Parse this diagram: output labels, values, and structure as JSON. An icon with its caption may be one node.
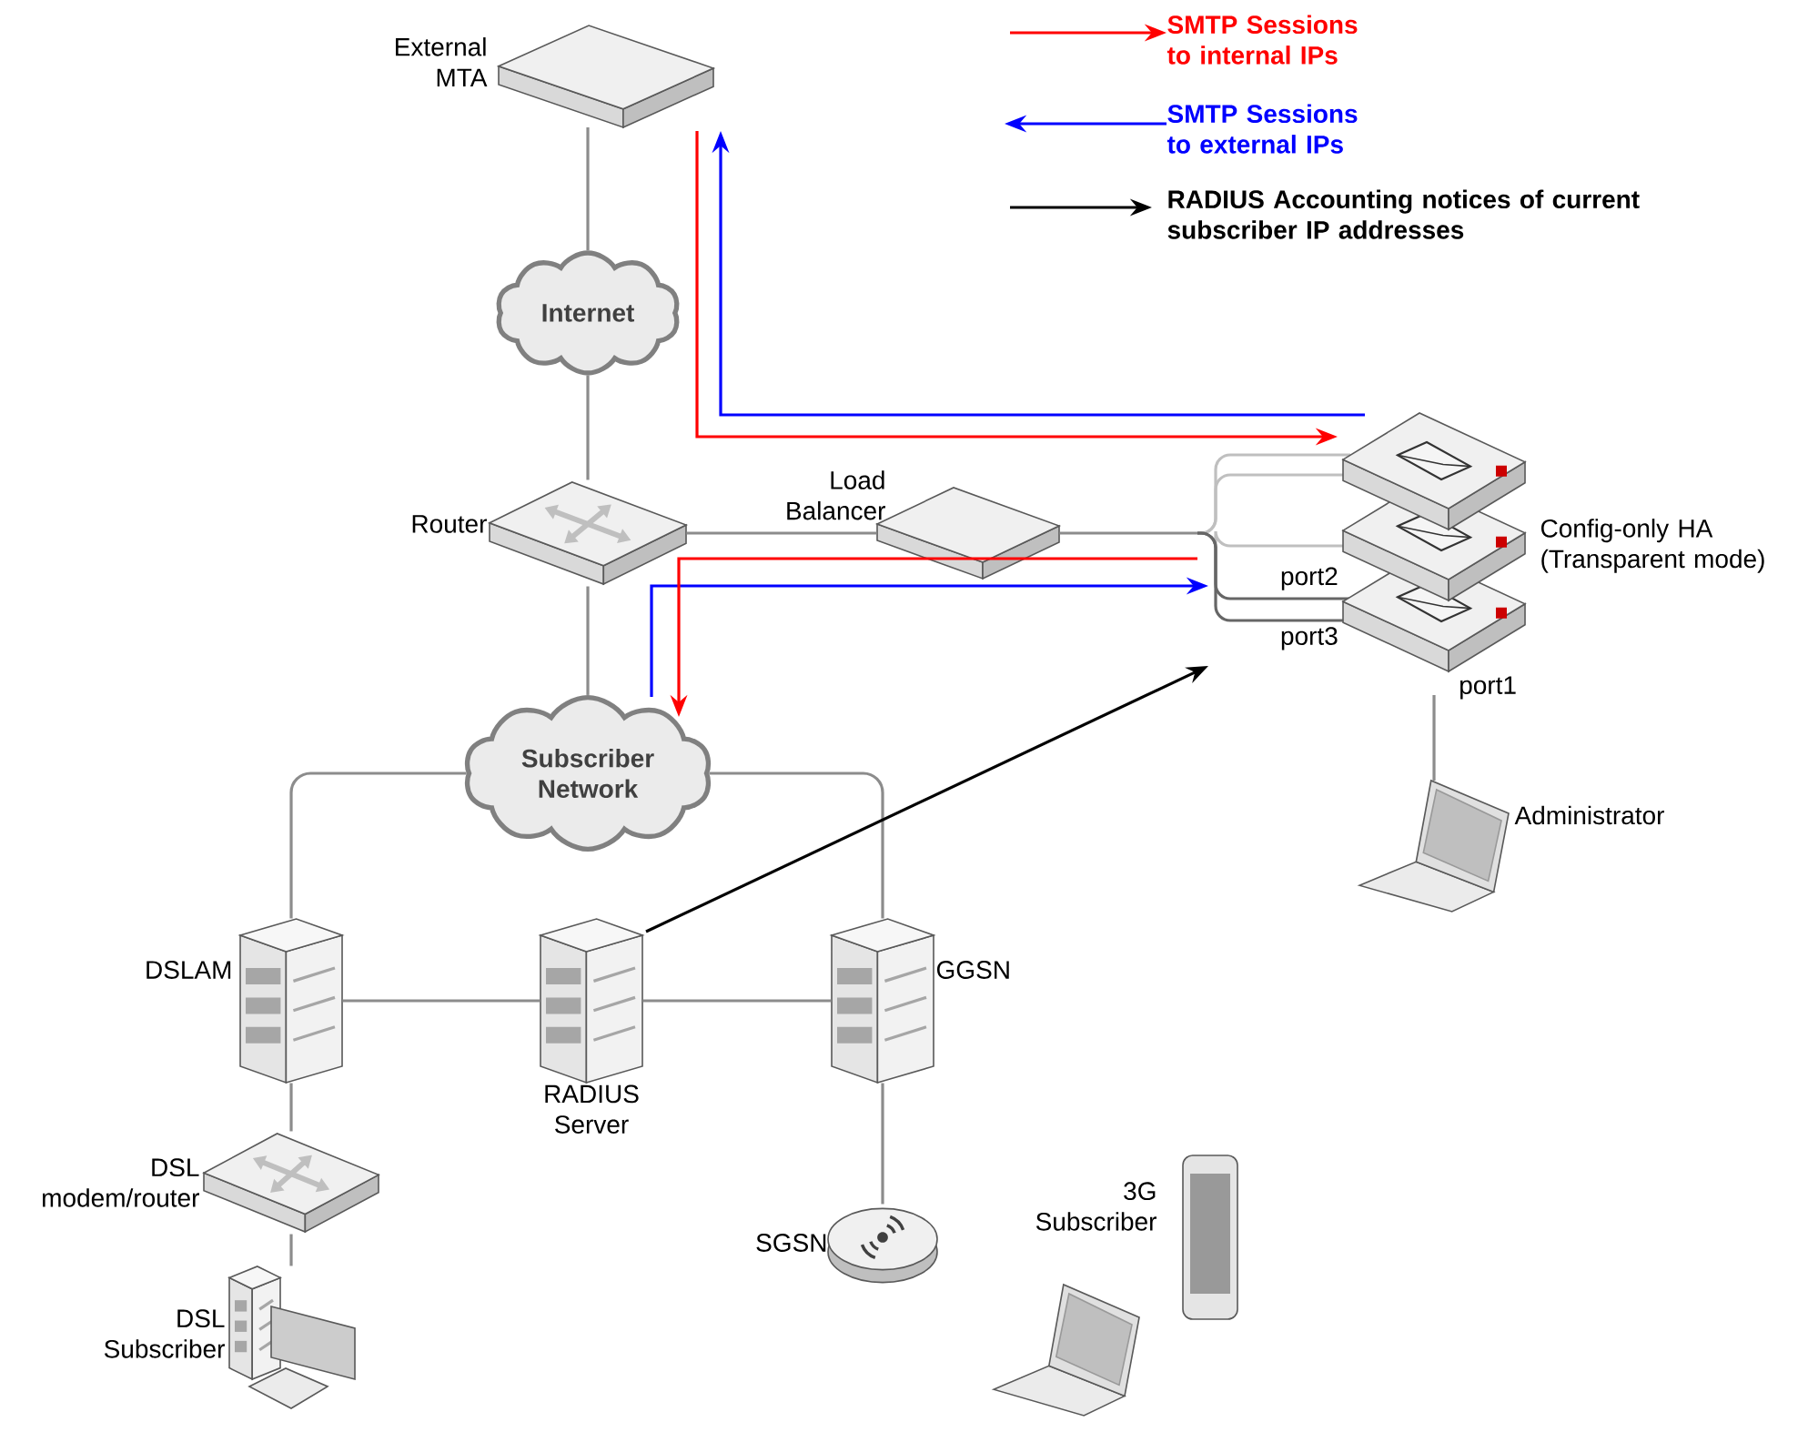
{
  "diagram": {
    "nodes": [
      {
        "text": [
          "External MTA"
        ]
      },
      {
        "text": [
          "Internet"
        ]
      },
      {
        "text": [
          "Router"
        ]
      },
      {
        "text": [
          "Load Balancer"
        ]
      },
      {
        "text": [
          "Config-only HA (Transparent mode)"
        ]
      },
      {
        "text": [
          "Subscriber Network"
        ]
      },
      {
        "text": [
          "DSLAM"
        ]
      },
      {
        "text": [
          "RADIUS Server"
        ]
      },
      {
        "text": [
          "GGSN"
        ]
      },
      {
        "text": [
          "DSL modem/router"
        ]
      },
      {
        "text": [
          "DSL Subscriber"
        ]
      },
      {
        "text": [
          "SGSN"
        ]
      },
      {
        "text": [
          "3G Subscriber"
        ]
      },
      {
        "text": [
          "Administrator"
        ]
      }
    ],
    "edges": [
      {
        "from": 0,
        "to": 1,
        "arrow": "none"
      },
      {
        "from": 1,
        "to": 2,
        "arrow": "none"
      },
      {
        "from": 2,
        "to": 3,
        "arrow": "none"
      },
      {
        "from": 3,
        "to": 4,
        "arrow": "none"
      },
      {
        "from": 4,
        "to": 13,
        "arrow": "none"
      },
      {
        "from": 2,
        "to": 5,
        "arrow": "none"
      },
      {
        "from": 5,
        "to": 6,
        "arrow": "none"
      },
      {
        "from": 5,
        "to": 8,
        "arrow": "none"
      },
      {
        "from": 6,
        "to": 7,
        "arrow": "none"
      },
      {
        "from": 7,
        "to": 8,
        "arrow": "none"
      },
      {
        "from": 6,
        "to": 9,
        "arrow": "none"
      },
      {
        "from": 9,
        "to": 10,
        "arrow": "none"
      },
      {
        "from": 8,
        "to": 11,
        "arrow": "none"
      },
      {
        "from": 0,
        "to": 4,
        "arrow": "to",
        "color": "#ff0000"
      },
      {
        "from": 4,
        "to": 0,
        "arrow": "to",
        "color": "#0000ff"
      },
      {
        "from": 5,
        "to": 4,
        "arrow": "to",
        "color": "#0000ff"
      },
      {
        "from": 4,
        "to": 5,
        "arrow": "to",
        "color": "#ff0000"
      },
      {
        "from": 7,
        "to": 4,
        "arrow": "to",
        "color": "#000000"
      }
    ],
    "labels": [
      "port2",
      "port3",
      "port1"
    ],
    "legend": [
      {
        "text": "SMTP Sessions to internal IPs"
      },
      {
        "text": "SMTP Sessions to external IPs"
      },
      {
        "text": "RADIUS Accounting notices of current subscriber IP addresses"
      }
    ]
  }
}
